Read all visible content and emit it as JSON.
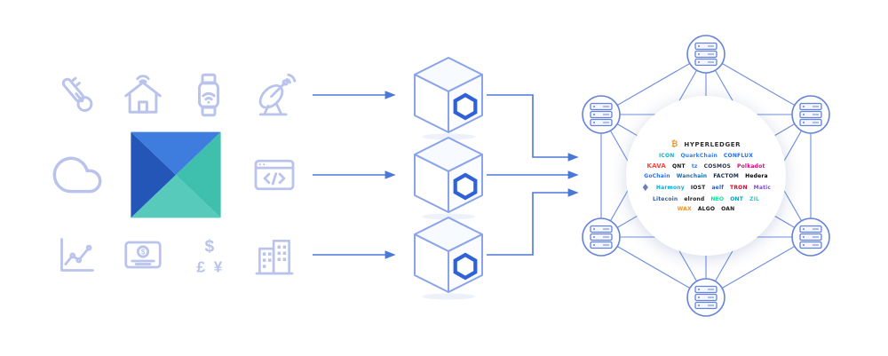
{
  "palette": {
    "icon_stroke": "#b9c3ec",
    "arrow": "#4a78d8",
    "network_line": "#6d8ce0",
    "node_stroke": "#6383dd",
    "cube_stroke": "#8aa4ec",
    "hexagon_accent": "#2f62d8",
    "logo_blue_dark": "#2456b8",
    "logo_blue": "#3e7ddd",
    "logo_teal": "#3fc0ae",
    "logo_teal_light": "#57cabb"
  },
  "source_grid": {
    "icons": [
      {
        "name": "thermometer-icon"
      },
      {
        "name": "smart-home-icon"
      },
      {
        "name": "smartwatch-icon"
      },
      {
        "name": "satellite-dish-icon"
      },
      {
        "name": "cloud-icon"
      },
      {
        "name": "code-window-icon"
      },
      {
        "name": "line-chart-icon"
      },
      {
        "name": "payment-icon"
      },
      {
        "name": "currency-icon"
      },
      {
        "name": "building-icon"
      }
    ],
    "logo_name": "brand-prism-logo",
    "payment_symbol": "$",
    "currency": {
      "dollar": "$",
      "pound": "£",
      "yen": "¥"
    }
  },
  "blocks": {
    "count": 3,
    "block_icon": "hexagon-link-icon"
  },
  "network": {
    "node_icon": "server-node-icon",
    "node_count": 6,
    "hub_logos": [
      [
        {
          "name": "bitcoin",
          "label": "₿",
          "color": "#f7931a"
        },
        {
          "name": "hyperledger",
          "label": "HYPERLEDGER",
          "color": "#2f3134"
        }
      ],
      [
        {
          "name": "icon",
          "label": "ICON",
          "color": "#00b8cc"
        },
        {
          "name": "quarkchain",
          "label": "QuarkChain",
          "color": "#2d7ff0"
        },
        {
          "name": "conflux",
          "label": "CONFLUX",
          "color": "#1f6bff"
        }
      ],
      [
        {
          "name": "kava",
          "label": "KAVA",
          "color": "#ff433e"
        },
        {
          "name": "quant",
          "label": "QNT",
          "color": "#141414"
        },
        {
          "name": "tezos",
          "label": "tz",
          "color": "#2c7df7"
        },
        {
          "name": "cosmos",
          "label": "COSMOS",
          "color": "#2e3148"
        },
        {
          "name": "polkadot",
          "label": "Polkadot",
          "color": "#e6007a"
        }
      ],
      [
        {
          "name": "gochain",
          "label": "GoChain",
          "color": "#2872f0"
        },
        {
          "name": "wanchain",
          "label": "Wanchain",
          "color": "#136aad"
        },
        {
          "name": "factom",
          "label": "FACTOM",
          "color": "#1b2a4a"
        },
        {
          "name": "hedera",
          "label": "Hedera",
          "color": "#000000"
        }
      ],
      [
        {
          "name": "ethereum",
          "label": "♦",
          "color": "#6f7cba"
        },
        {
          "name": "harmony",
          "label": "Harmony",
          "color": "#00aee9"
        },
        {
          "name": "iost",
          "label": "IOST",
          "color": "#1c1c1c"
        },
        {
          "name": "aelf",
          "label": "aelf",
          "color": "#2b5eba"
        },
        {
          "name": "tron",
          "label": "TRON",
          "color": "#eb0029"
        },
        {
          "name": "matic",
          "label": "Matic",
          "color": "#8247e5"
        }
      ],
      [
        {
          "name": "litecoin",
          "label": "Litecoin",
          "color": "#345d9d"
        },
        {
          "name": "elrond",
          "label": "elrond",
          "color": "#1a1a1a"
        },
        {
          "name": "neo",
          "label": "NEO",
          "color": "#00e599"
        },
        {
          "name": "ontology",
          "label": "ONT",
          "color": "#00a6c2"
        },
        {
          "name": "zilliqa",
          "label": "ZIL",
          "color": "#29ccc4"
        }
      ],
      [
        {
          "name": "wax",
          "label": "WAX",
          "color": "#f89022"
        },
        {
          "name": "algorand",
          "label": "ALGO",
          "color": "#111111"
        },
        {
          "name": "oan",
          "label": "OAN",
          "color": "#1b1b1b"
        }
      ]
    ]
  }
}
